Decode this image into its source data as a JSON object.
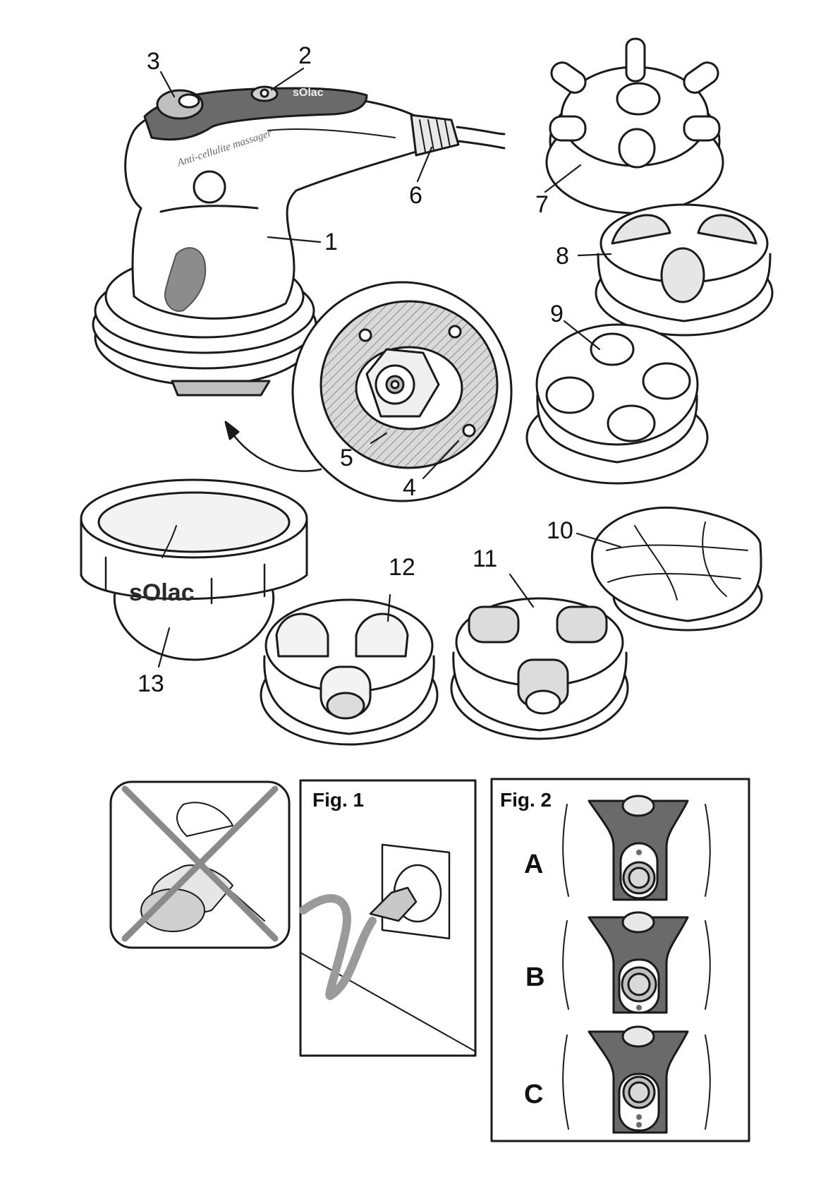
{
  "brand": "sOlac",
  "product_label": "Anti-cellulite massager",
  "callouts": [
    "1",
    "2",
    "3",
    "4",
    "5",
    "6",
    "7",
    "8",
    "9",
    "10",
    "11",
    "12",
    "13"
  ],
  "figures": {
    "fig1_title": "Fig. 1",
    "fig2_title": "Fig. 2",
    "modes": [
      "A",
      "B",
      "C"
    ]
  },
  "colors": {
    "ink": "#1a1a1a",
    "shade": "#6a6a6a",
    "light": "#d6d6d6"
  }
}
